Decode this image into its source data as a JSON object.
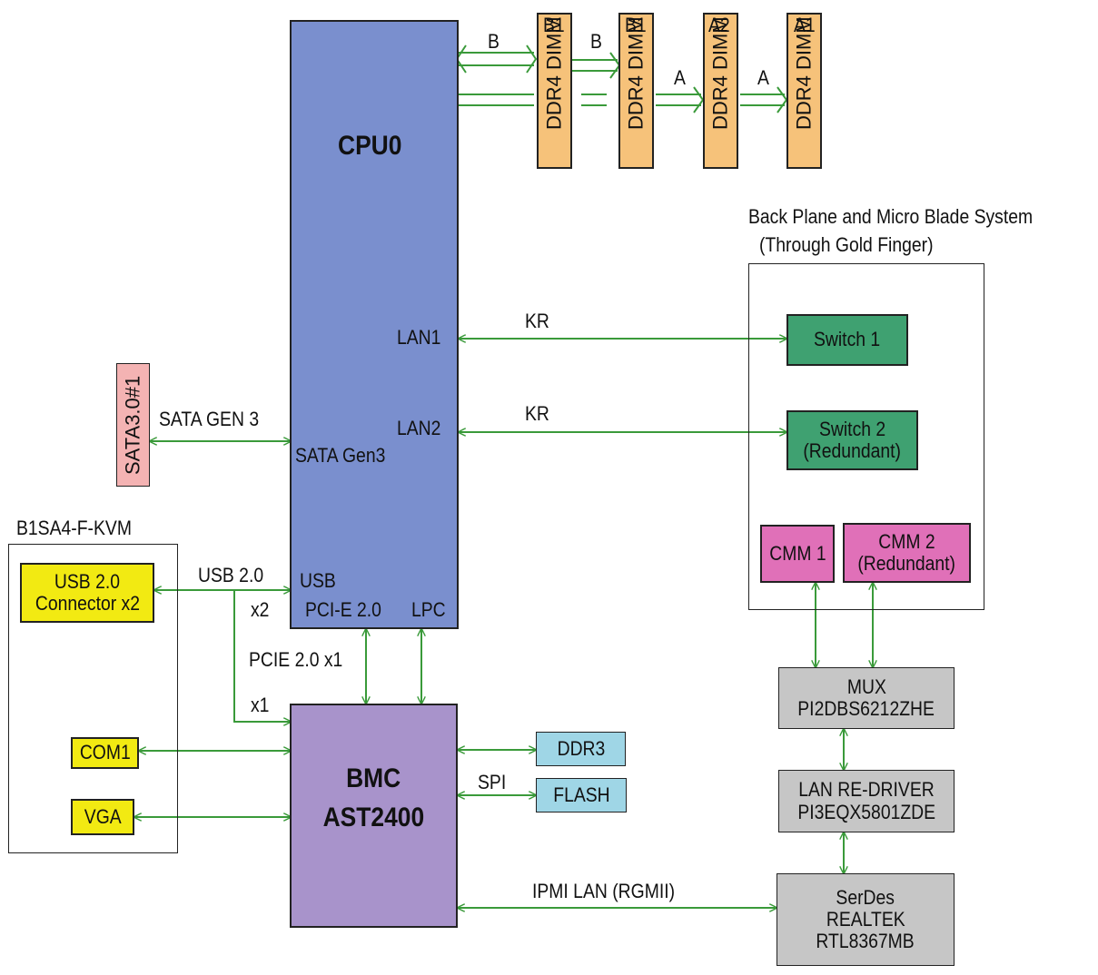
{
  "cpu": {
    "title": "CPU0",
    "lan1": "LAN1",
    "lan2": "LAN2",
    "sata": "SATA Gen3",
    "usb": "USB",
    "pcie": "PCI-E 2.0",
    "lpc": "LPC"
  },
  "dimms": [
    {
      "slot": "B1",
      "label": "DDR4 DIMM"
    },
    {
      "slot": "B1",
      "label": "DDR4 DIMM"
    },
    {
      "slot": "A2",
      "label": "DDR4 DIMM"
    },
    {
      "slot": "A1",
      "label": "DDR4 DIMM"
    }
  ],
  "channels": {
    "b1": "B",
    "b2": "B",
    "a1": "A",
    "a2": "A"
  },
  "backplane": {
    "title_line1": "Back Plane and Micro Blade System",
    "title_line2": "(Through Gold Finger)"
  },
  "switch1": {
    "label": "Switch 1"
  },
  "switch2": {
    "line1": "Switch 2",
    "line2": "(Redundant)"
  },
  "cmm1": {
    "label": "CMM 1"
  },
  "cmm2": {
    "line1": "CMM 2",
    "line2": "(Redundant)"
  },
  "links": {
    "kr1": "KR",
    "kr2": "KR",
    "sata_gen3": "SATA GEN 3",
    "usb20": "USB 2.0",
    "x2": "x2",
    "pcie_x1": "PCIE 2.0 x1",
    "x1": "x1",
    "spi": "SPI",
    "ipmi": "IPMI LAN (RGMII)"
  },
  "sata_port": {
    "label": "SATA3.0#1"
  },
  "kvm": {
    "title": "B1SA4-F-KVM",
    "usb_line1": "USB 2.0",
    "usb_line2": "Connector x2",
    "com": "COM1",
    "vga": "VGA"
  },
  "bmc": {
    "line1": "BMC",
    "line2": "AST2400"
  },
  "ddr3": {
    "label": "DDR3"
  },
  "flash": {
    "label": "FLASH"
  },
  "mux": {
    "line1": "MUX",
    "line2": "PI2DBS6212ZHE"
  },
  "redriver": {
    "line1": "LAN RE-DRIVER",
    "line2": "PI3EQX5801ZDE"
  },
  "serdes": {
    "line1": "SerDes",
    "line2": "REALTEK",
    "line3": "RTL8367MB"
  },
  "colors": {
    "link": "#3a9a3a",
    "cpu": "#7a8fce",
    "bmc": "#a893cb",
    "dimm": "#f6c27a",
    "switch": "#3fa171",
    "cmm": "#e070b8",
    "chip": "#c6c6c6",
    "memory": "#9fd6e6",
    "kvm_port": "#f2ea12",
    "sata": "#f4b3b3"
  }
}
